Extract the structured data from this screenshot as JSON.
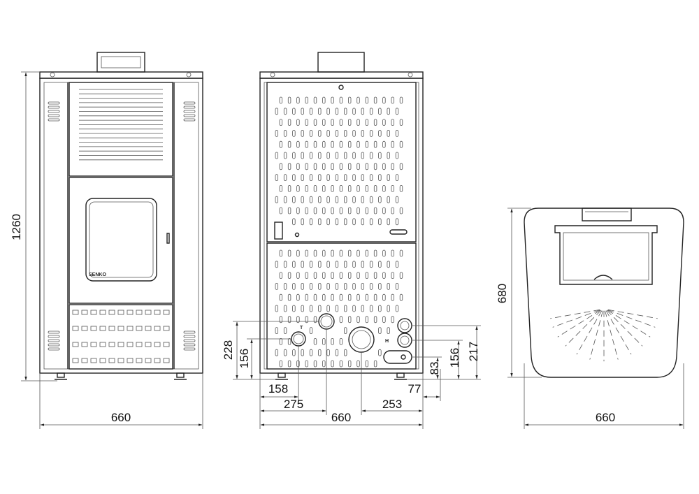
{
  "colors": {
    "line": "#222222",
    "background": "#ffffff"
  },
  "brand": {
    "logo": "SENKO"
  },
  "front": {
    "width_label": "660",
    "height_label": "1260"
  },
  "back": {
    "width_label": "660",
    "left_dims": [
      "158",
      "275"
    ],
    "left_heights": [
      "228",
      "156"
    ],
    "right_dims": [
      "253",
      "77"
    ],
    "right_heights": [
      "217",
      "156",
      "83"
    ],
    "connector_marks": [
      "T",
      "H"
    ]
  },
  "top": {
    "width_label": "660",
    "depth_label": "680"
  }
}
